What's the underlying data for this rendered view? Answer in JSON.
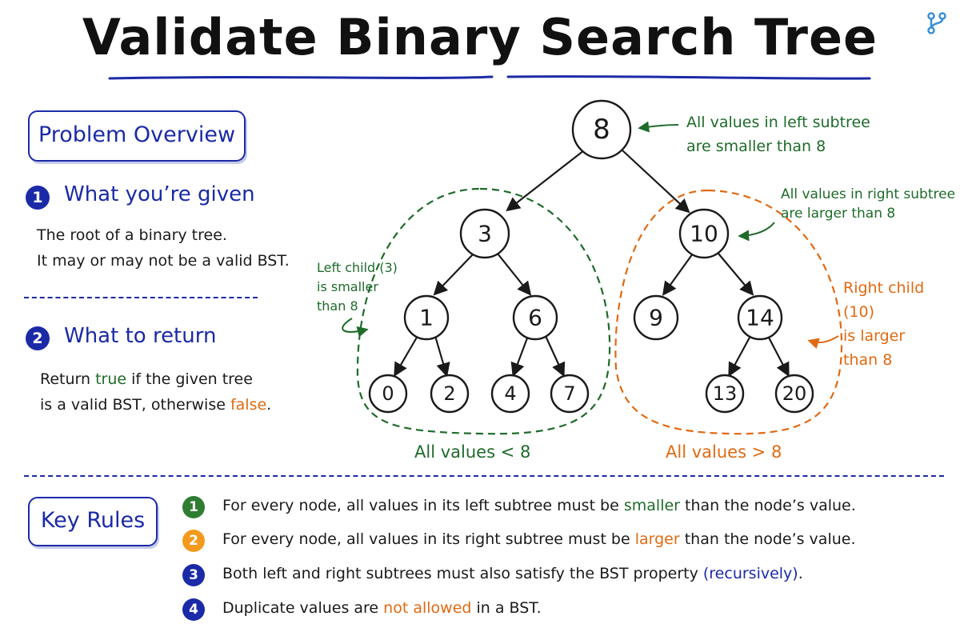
{
  "title": "Validate Binary Search Tree",
  "overview": {
    "heading": "Problem Overview",
    "given": {
      "number": "1",
      "title": "What you’re given",
      "line1": "The root of a binary tree.",
      "line2": "It may or may not be a valid BST."
    },
    "return": {
      "number": "2",
      "title": "What to return",
      "line1_pre": "Return ",
      "line1_true": "true",
      "line1_post": " if the given tree",
      "line2_pre": "is a valid BST, otherwise ",
      "line2_false": "false",
      "line2_post": "."
    }
  },
  "tree": {
    "nodes": [
      "8",
      "3",
      "10",
      "1",
      "6",
      "9",
      "14",
      "0",
      "2",
      "4",
      "7",
      "13",
      "20"
    ],
    "annotations": {
      "root_line1": "All values in left subtree",
      "root_line2": "are smaller than 8",
      "right_line1": "All values in right subtree",
      "right_line2": "are larger than 8",
      "left_child_line1": "Left child (3)",
      "left_child_line2": "is smaller",
      "left_child_line3": "than 8",
      "right_child_line1": "Right child (10)",
      "right_child_line2": "is larger",
      "right_child_line3": "than 8",
      "left_region": "All values < 8",
      "right_region": "All values > 8"
    }
  },
  "rules": {
    "heading": "Key Rules",
    "items": [
      {
        "number": "1",
        "color": "#2e7d32",
        "pre": "For every node, all values in its left subtree must be ",
        "highlight": "smaller",
        "post": " than the node’s value."
      },
      {
        "number": "2",
        "color": "#f39a1d",
        "pre": "For every node, all values in its right subtree must be ",
        "highlight": "larger",
        "post": " than the node’s value."
      },
      {
        "number": "3",
        "color": "#1b2aa6",
        "pre": "Both left and right subtrees must also satisfy the BST property ",
        "highlight": "(recursively)",
        "post": "."
      },
      {
        "number": "4",
        "color": "#1b2aa6",
        "pre": "Duplicate values are ",
        "highlight": "not allowed",
        "post": " in a BST."
      }
    ]
  },
  "colors": {
    "blue": "#1b2aa6",
    "green": "#1e6b2a",
    "orange": "#e06a12"
  }
}
